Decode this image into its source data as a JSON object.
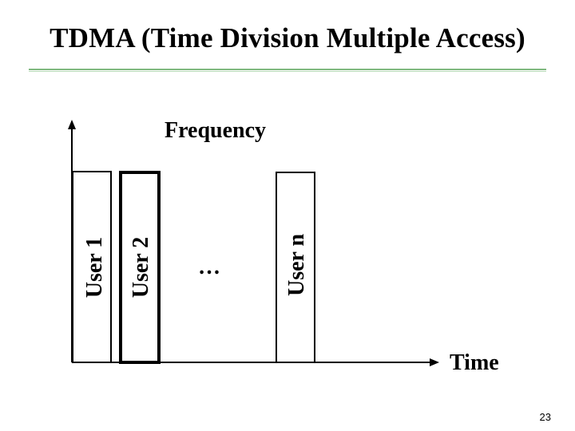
{
  "slide": {
    "title": "TDMA (Time Division Multiple Access)",
    "page_number": "23"
  },
  "diagram": {
    "y_axis_label": "Frequency",
    "x_axis_label": "Time",
    "slots": [
      {
        "label": "User 1"
      },
      {
        "label": "User 2"
      },
      {
        "label": "User n"
      }
    ],
    "ellipsis": "…"
  },
  "colors": {
    "rule": "#7fb87f",
    "ink": "#000000"
  }
}
